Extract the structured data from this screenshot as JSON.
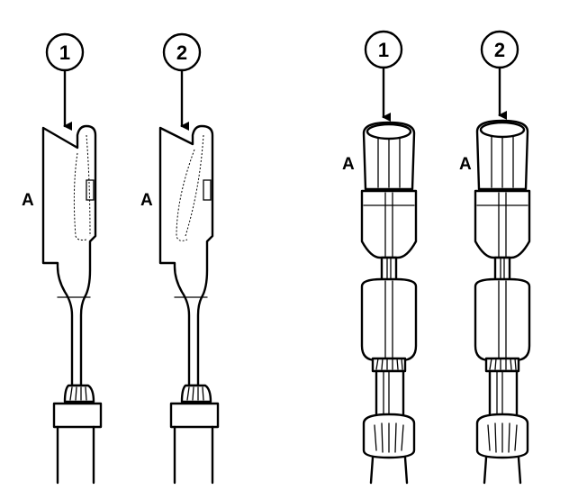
{
  "left_group": {
    "terminal_1": {
      "callout": "1",
      "letter": "A"
    },
    "terminal_2": {
      "callout": "2",
      "letter": "A"
    }
  },
  "right_group": {
    "terminal_1": {
      "callout": "1",
      "letter": "A"
    },
    "terminal_2": {
      "callout": "2",
      "letter": "A"
    }
  },
  "colors": {
    "ink": "#000000",
    "background": "#ffffff"
  }
}
